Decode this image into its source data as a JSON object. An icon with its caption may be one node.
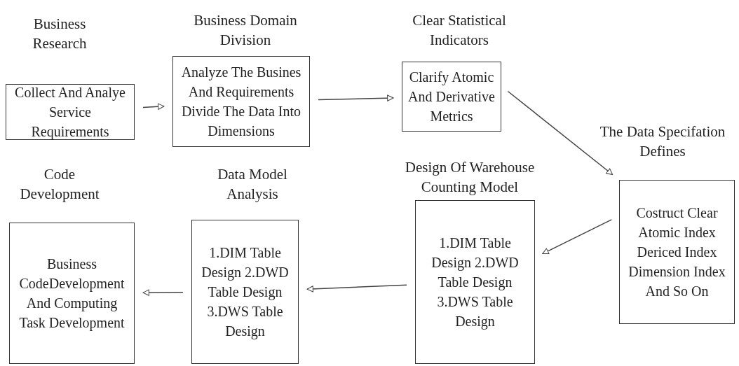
{
  "diagram": {
    "nodes": [
      {
        "text": [
          "Business Research",
          "Collect And Analye Service Requirements"
        ]
      },
      {
        "text": [
          "Business Domain Division",
          "Analyze The Busines And Requirements Divide The Data Into Dimensions"
        ]
      },
      {
        "text": [
          "Clear Statistical Indicators",
          "Clarify Atomic And Derivative Metrics"
        ]
      },
      {
        "text": [
          "The Data Specifation Defines",
          "Costruct Clear Atomic Index Dericed Index Dimension Index And So On"
        ]
      },
      {
        "text": [
          "Design Of Warehouse Counting Model",
          "1.DIM Table Design 2.DWD Table Design 3.DWS Table Design"
        ]
      },
      {
        "text": [
          "Data Model Analysis",
          "1.DIM Table Design 2.DWD Table Design 3.DWS Table Design"
        ]
      },
      {
        "text": [
          "Code Development",
          "Business CodeDevelopment And Computing Task Development"
        ]
      }
    ],
    "edges": [
      {
        "from": 0,
        "to": 1,
        "arrow": "to"
      },
      {
        "from": 1,
        "to": 2,
        "arrow": "to"
      },
      {
        "from": 2,
        "to": 3,
        "arrow": "to"
      },
      {
        "from": 3,
        "to": 4,
        "arrow": "to"
      },
      {
        "from": 4,
        "to": 5,
        "arrow": "to"
      },
      {
        "from": 5,
        "to": 6,
        "arrow": "to"
      }
    ]
  }
}
